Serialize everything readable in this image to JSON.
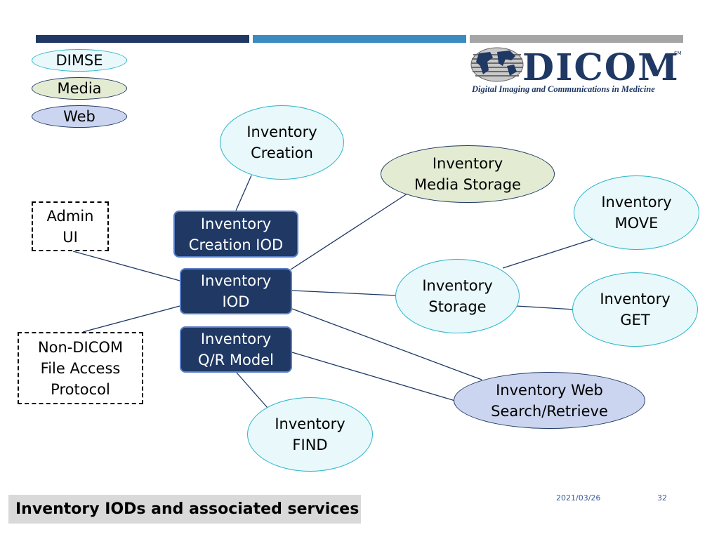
{
  "header": {
    "bar_colors": [
      "#1f3864",
      "#3b8bc0",
      "#a5a5a5"
    ]
  },
  "logo": {
    "name": "DICOM",
    "subtitle": "Digital Imaging and Communications in Medicine",
    "mark": "SM"
  },
  "legend": {
    "items": [
      {
        "label": "DIMSE",
        "color": "#e8f8fb"
      },
      {
        "label": "Media",
        "color": "#e3ecd2"
      },
      {
        "label": "Web",
        "color": "#ccd5ef"
      }
    ]
  },
  "nodes": {
    "admin_ui": "Admin\nUI",
    "non_dicom": "Non-DICOM\nFile Access\nProtocol",
    "creation_iod": "Inventory\nCreation IOD",
    "iod": "Inventory\nIOD",
    "qr_model": "Inventory\nQ/R Model",
    "creation": "Inventory\nCreation",
    "media_storage": "Inventory\nMedia Storage",
    "move": "Inventory\nMOVE",
    "storage": "Inventory\nStorage",
    "get": "Inventory\nGET",
    "web": "Inventory Web\nSearch/Retrieve",
    "find": "Inventory\nFIND"
  },
  "footer": {
    "title": "Inventory IODs and associated services",
    "date": "2021/03/26",
    "page": "32"
  }
}
